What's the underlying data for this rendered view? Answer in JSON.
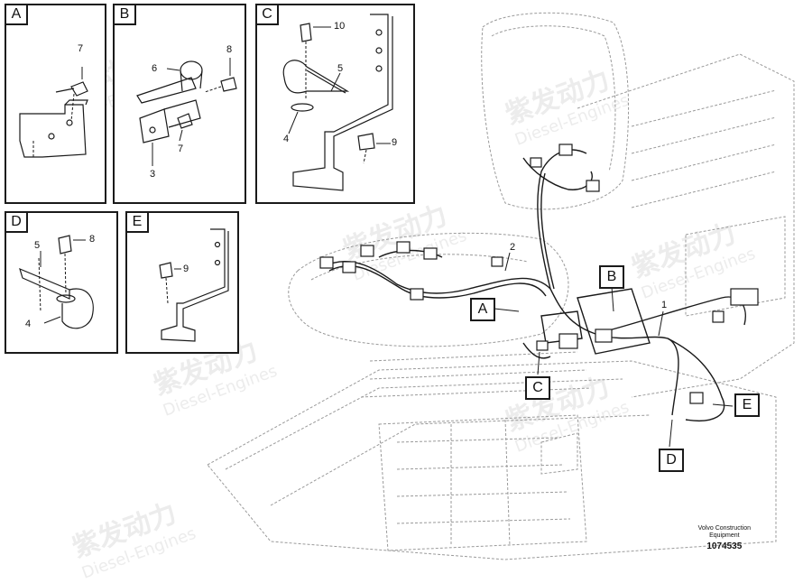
{
  "insets": [
    {
      "key": "A",
      "label": "A",
      "parts": [
        "7"
      ]
    },
    {
      "key": "B",
      "label": "B",
      "parts": [
        "8",
        "6",
        "7",
        "3"
      ]
    },
    {
      "key": "C",
      "label": "C",
      "parts": [
        "10",
        "5",
        "4",
        "9"
      ]
    },
    {
      "key": "D",
      "label": "D",
      "parts": [
        "8",
        "5",
        "4"
      ]
    },
    {
      "key": "E",
      "label": "E",
      "parts": [
        "9"
      ]
    }
  ],
  "main": {
    "callouts": [
      "A",
      "B",
      "C",
      "D",
      "E"
    ],
    "part_numbers": [
      "2",
      "1"
    ]
  },
  "watermark": {
    "brand": "紫发动力",
    "sub": "Diesel-Engines"
  },
  "footer": {
    "caption_line1": "Volvo Construction",
    "caption_line2": "Equipment",
    "part_number": "1074535"
  },
  "colors": {
    "line": "#1a1a1a",
    "ghost": "#9a9a9a",
    "watermark": "#cfcfcf"
  }
}
